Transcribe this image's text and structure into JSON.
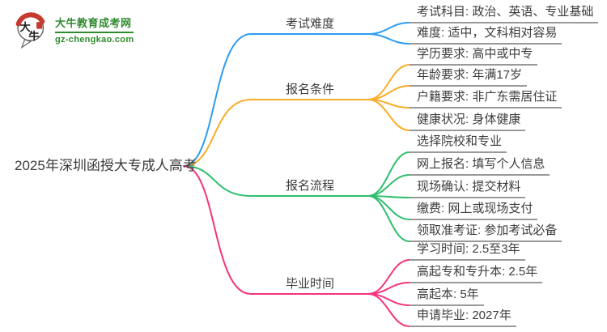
{
  "logo": {
    "icon_text_top": "大",
    "icon_text_bottom": "牛",
    "site_name": "大牛教育成考网",
    "site_url": "gz-chengkao.com",
    "brand_green": "#2e8b2e",
    "seal_red": "#c53b30"
  },
  "root_label": "2025年深圳函授大专成人高考",
  "branches": [
    {
      "label": "考试难度",
      "color": "#2D9CF0",
      "leaves": [
        "考试科目: 政治、英语、专业基础",
        "难度: 适中，文科相对容易"
      ]
    },
    {
      "label": "报名条件",
      "color": "#FBAC28",
      "leaves": [
        "学历要求: 高中或中专",
        "年龄要求: 年满17岁",
        "户籍要求: 非广东需居住证",
        "健康状况: 身体健康"
      ]
    },
    {
      "label": "报名流程",
      "color": "#2FBF6F",
      "leaves": [
        "选择院校和专业",
        "网上报名: 填写个人信息",
        "现场确认: 提交材料",
        "缴费: 网上或现场支付",
        "领取准考证: 参加考试必备"
      ]
    },
    {
      "label": "毕业时间",
      "color": "#F5337D",
      "leaves": [
        "学习时间: 2.5至3年",
        "高起专和专升本: 2.5年",
        "高起本: 5年",
        "申请毕业: 2027年"
      ]
    }
  ]
}
